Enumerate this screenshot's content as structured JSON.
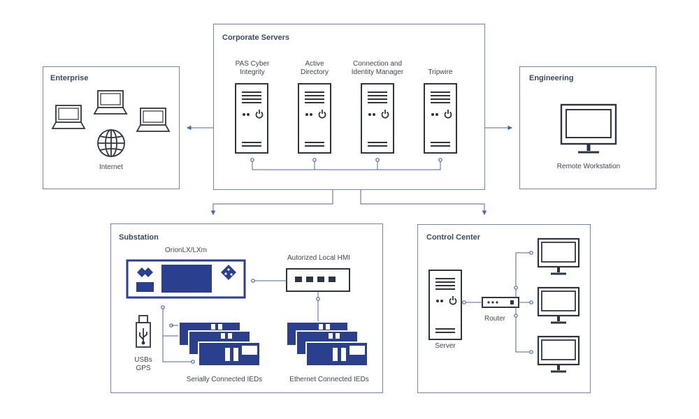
{
  "corporate": {
    "title": "Corporate Servers",
    "servers": [
      {
        "label_line1": "PAS Cyber",
        "label_line2": "Integrity"
      },
      {
        "label_line1": "Active",
        "label_line2": "Directory"
      },
      {
        "label_line1": "Connection and",
        "label_line2": "Identity Manager"
      },
      {
        "label_line1": "",
        "label_line2": "Tripwire"
      }
    ]
  },
  "enterprise": {
    "title": "Enterprise",
    "internet_label": "Internet"
  },
  "engineering": {
    "title": "Engineering",
    "workstation_label": "Remote Workstation"
  },
  "substation": {
    "title": "Substation",
    "orion_label": "OrionLX/LXm",
    "hmi_label": "Autorized Local HMI",
    "usb_label_line1": "USBs",
    "usb_label_line2": "GPS",
    "serial_ieds_label": "Serially Connected IEDs",
    "ethernet_ieds_label": "Ethernet Connected IEDs"
  },
  "control_center": {
    "title": "Control Center",
    "router_label": "Router",
    "server_label": "Server"
  },
  "colors": {
    "border": "#6f86b3",
    "stroke": "#2f3540",
    "accent": "#2b3f8f",
    "connector": "#4a66a8"
  }
}
